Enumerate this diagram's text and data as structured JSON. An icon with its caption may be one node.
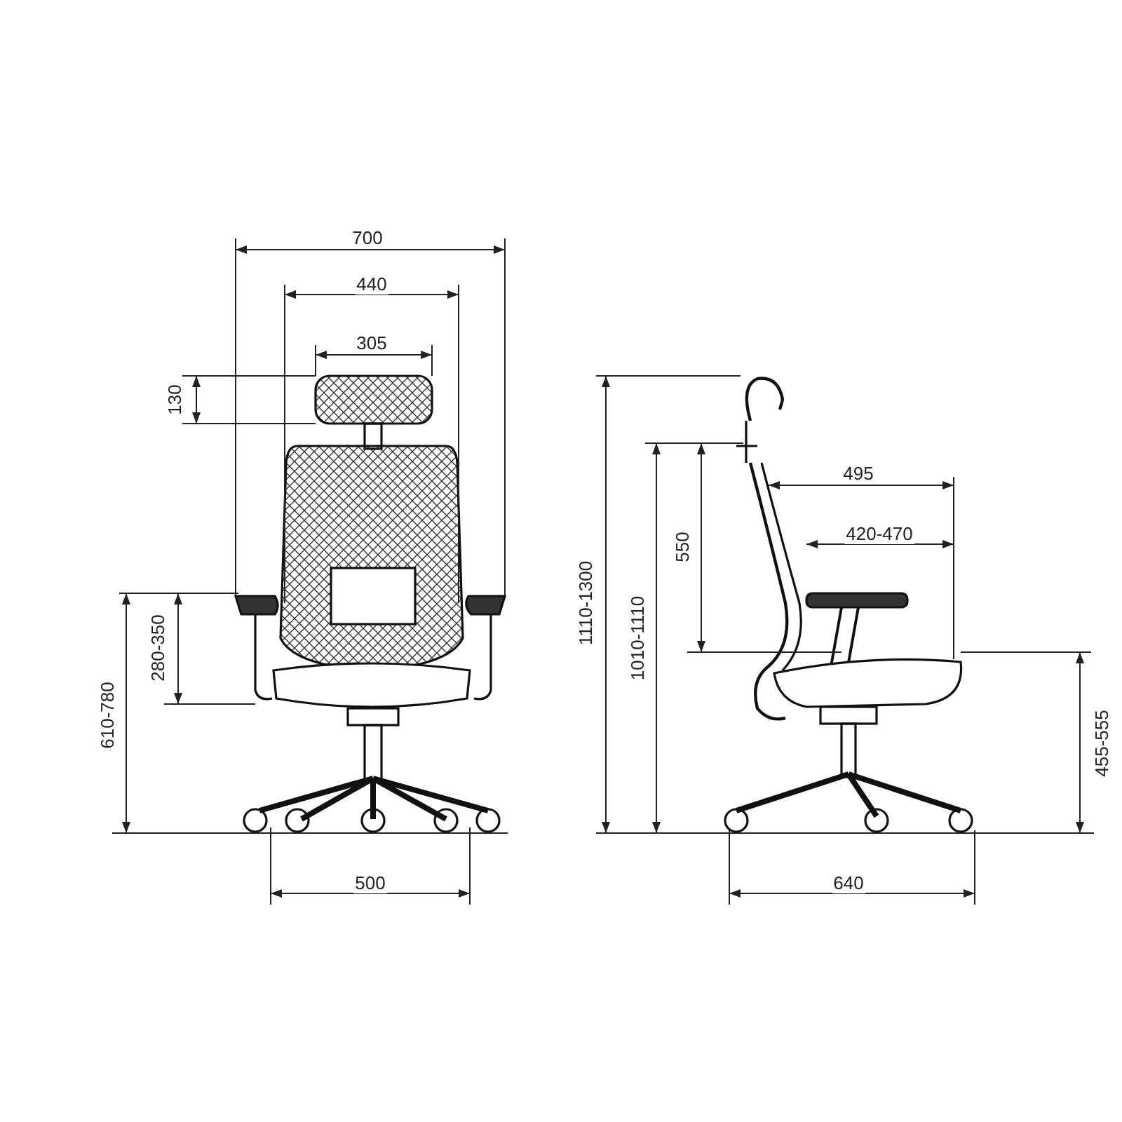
{
  "diagram": {
    "labels": [
      "700",
      "440",
      "305",
      "130",
      "495",
      "420-470",
      "550",
      "280-350",
      "1110-1300",
      "1010-1110",
      "610-780",
      "455-555",
      "500",
      "640"
    ]
  }
}
